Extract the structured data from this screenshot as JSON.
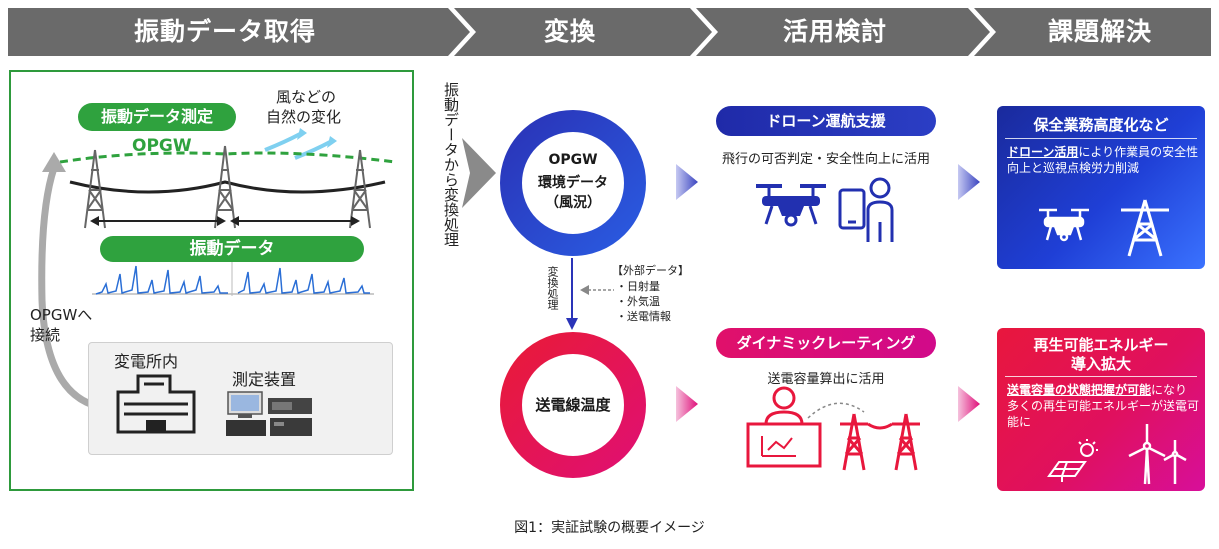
{
  "stages": [
    "振動データ取得",
    "変換",
    "活用検討",
    "課題解決"
  ],
  "left_panel": {
    "measure_label": "振動データ測定",
    "wind_label_line1": "風などの",
    "wind_label_line2": "自然の変化",
    "opgw_label": "OPGW",
    "vibration_data_label": "振動データ",
    "connect_label_line1": "OPGWへ",
    "connect_label_line2": "接続",
    "substation_label": "変電所内",
    "device_label": "測定装置"
  },
  "conversion_vertical": "振動データから変換処理",
  "ring_top": {
    "line1": "OPGW",
    "line2": "環境データ",
    "line3": "（風況）"
  },
  "ring_bottom": {
    "line1": "送電線温度"
  },
  "mid_conversion": {
    "vertical": "変換処理"
  },
  "external_data": {
    "title": "【外部データ】",
    "items": [
      "・日射量",
      "・外気温",
      "・送電情報"
    ]
  },
  "use_top": {
    "pill": "ドローン運航支援",
    "desc": "飛行の可否判定・安全性向上に活用"
  },
  "use_bottom": {
    "pill": "ダイナミックレーティング",
    "desc": "送電容量算出に活用"
  },
  "result_top": {
    "title": "保全業務高度化など",
    "body_emph": "ドローン活用",
    "body_rest": "により作業員の安全性向上と巡視点検労力削減"
  },
  "result_bottom": {
    "title_line1": "再生可能エネルギー",
    "title_line2": "導入拡大",
    "body_emph": "送電容量の状態把握が可能",
    "body_rest": "になり多くの再生可能エネルギーが送電可能に"
  },
  "caption": "図1：実証試験の概要イメージ",
  "colors": {
    "stage_bar": "#6a6a6a",
    "green": "#2fa23e",
    "blue": "#1f2aa8",
    "pink": "#e0106a",
    "red": "#e8173d"
  }
}
